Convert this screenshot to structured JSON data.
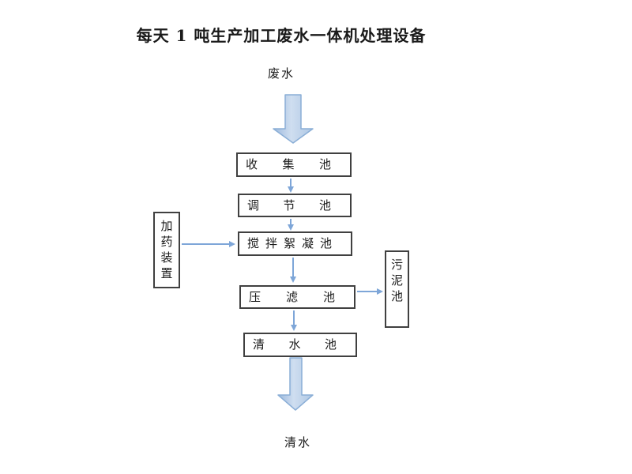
{
  "title": "每天 1 吨生产加工废水一体机处理设备",
  "flow": {
    "input_label": "废水",
    "output_label": "清水",
    "boxes": {
      "collection": "收 集 池",
      "regulation": "调 节 池",
      "flocculation": "搅 拌 絮 凝 池",
      "press_filter": "压 滤 池",
      "clear_water": "清 水 池",
      "dosing_device": "加药装置",
      "sludge": "污泥池"
    },
    "arrows": {
      "inflow_icon": "block-arrow-down",
      "outflow_icon": "block-arrow-down",
      "connector_icon": "thin-arrow"
    }
  },
  "colors": {
    "background": "#ffffff",
    "box_border": "#404040",
    "text": "#1a1a1a",
    "connector_blue": "#7ea6d8",
    "block_arrow_fill_light": "#cfdef0",
    "block_arrow_fill_dark": "#9db9dd",
    "block_arrow_border": "#8aaed6"
  }
}
